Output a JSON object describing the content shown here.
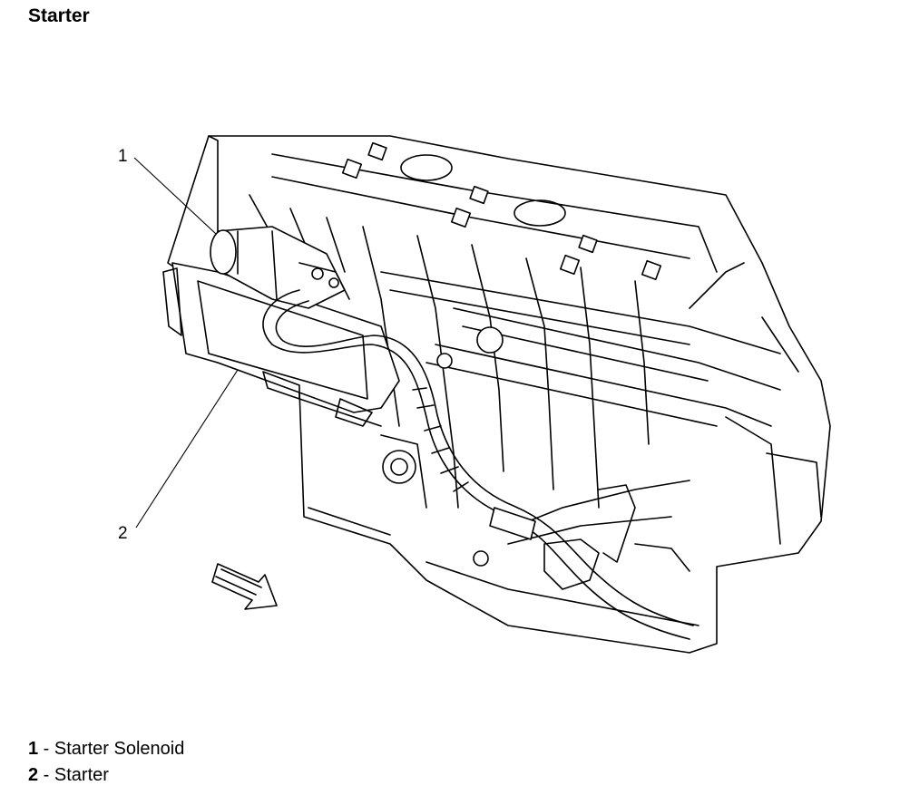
{
  "page_title": "Starter",
  "callouts": [
    {
      "number": "1",
      "label": "Starter Solenoid"
    },
    {
      "number": "2",
      "label": "Starter"
    }
  ],
  "legend": [
    {
      "number": "1",
      "separator": " - ",
      "label": "Starter Solenoid"
    },
    {
      "number": "2",
      "separator": " - ",
      "label": "Starter"
    }
  ],
  "colors": {
    "ink": "#000000",
    "paper": "#ffffff"
  },
  "icons": [
    "direction-arrow-icon"
  ]
}
